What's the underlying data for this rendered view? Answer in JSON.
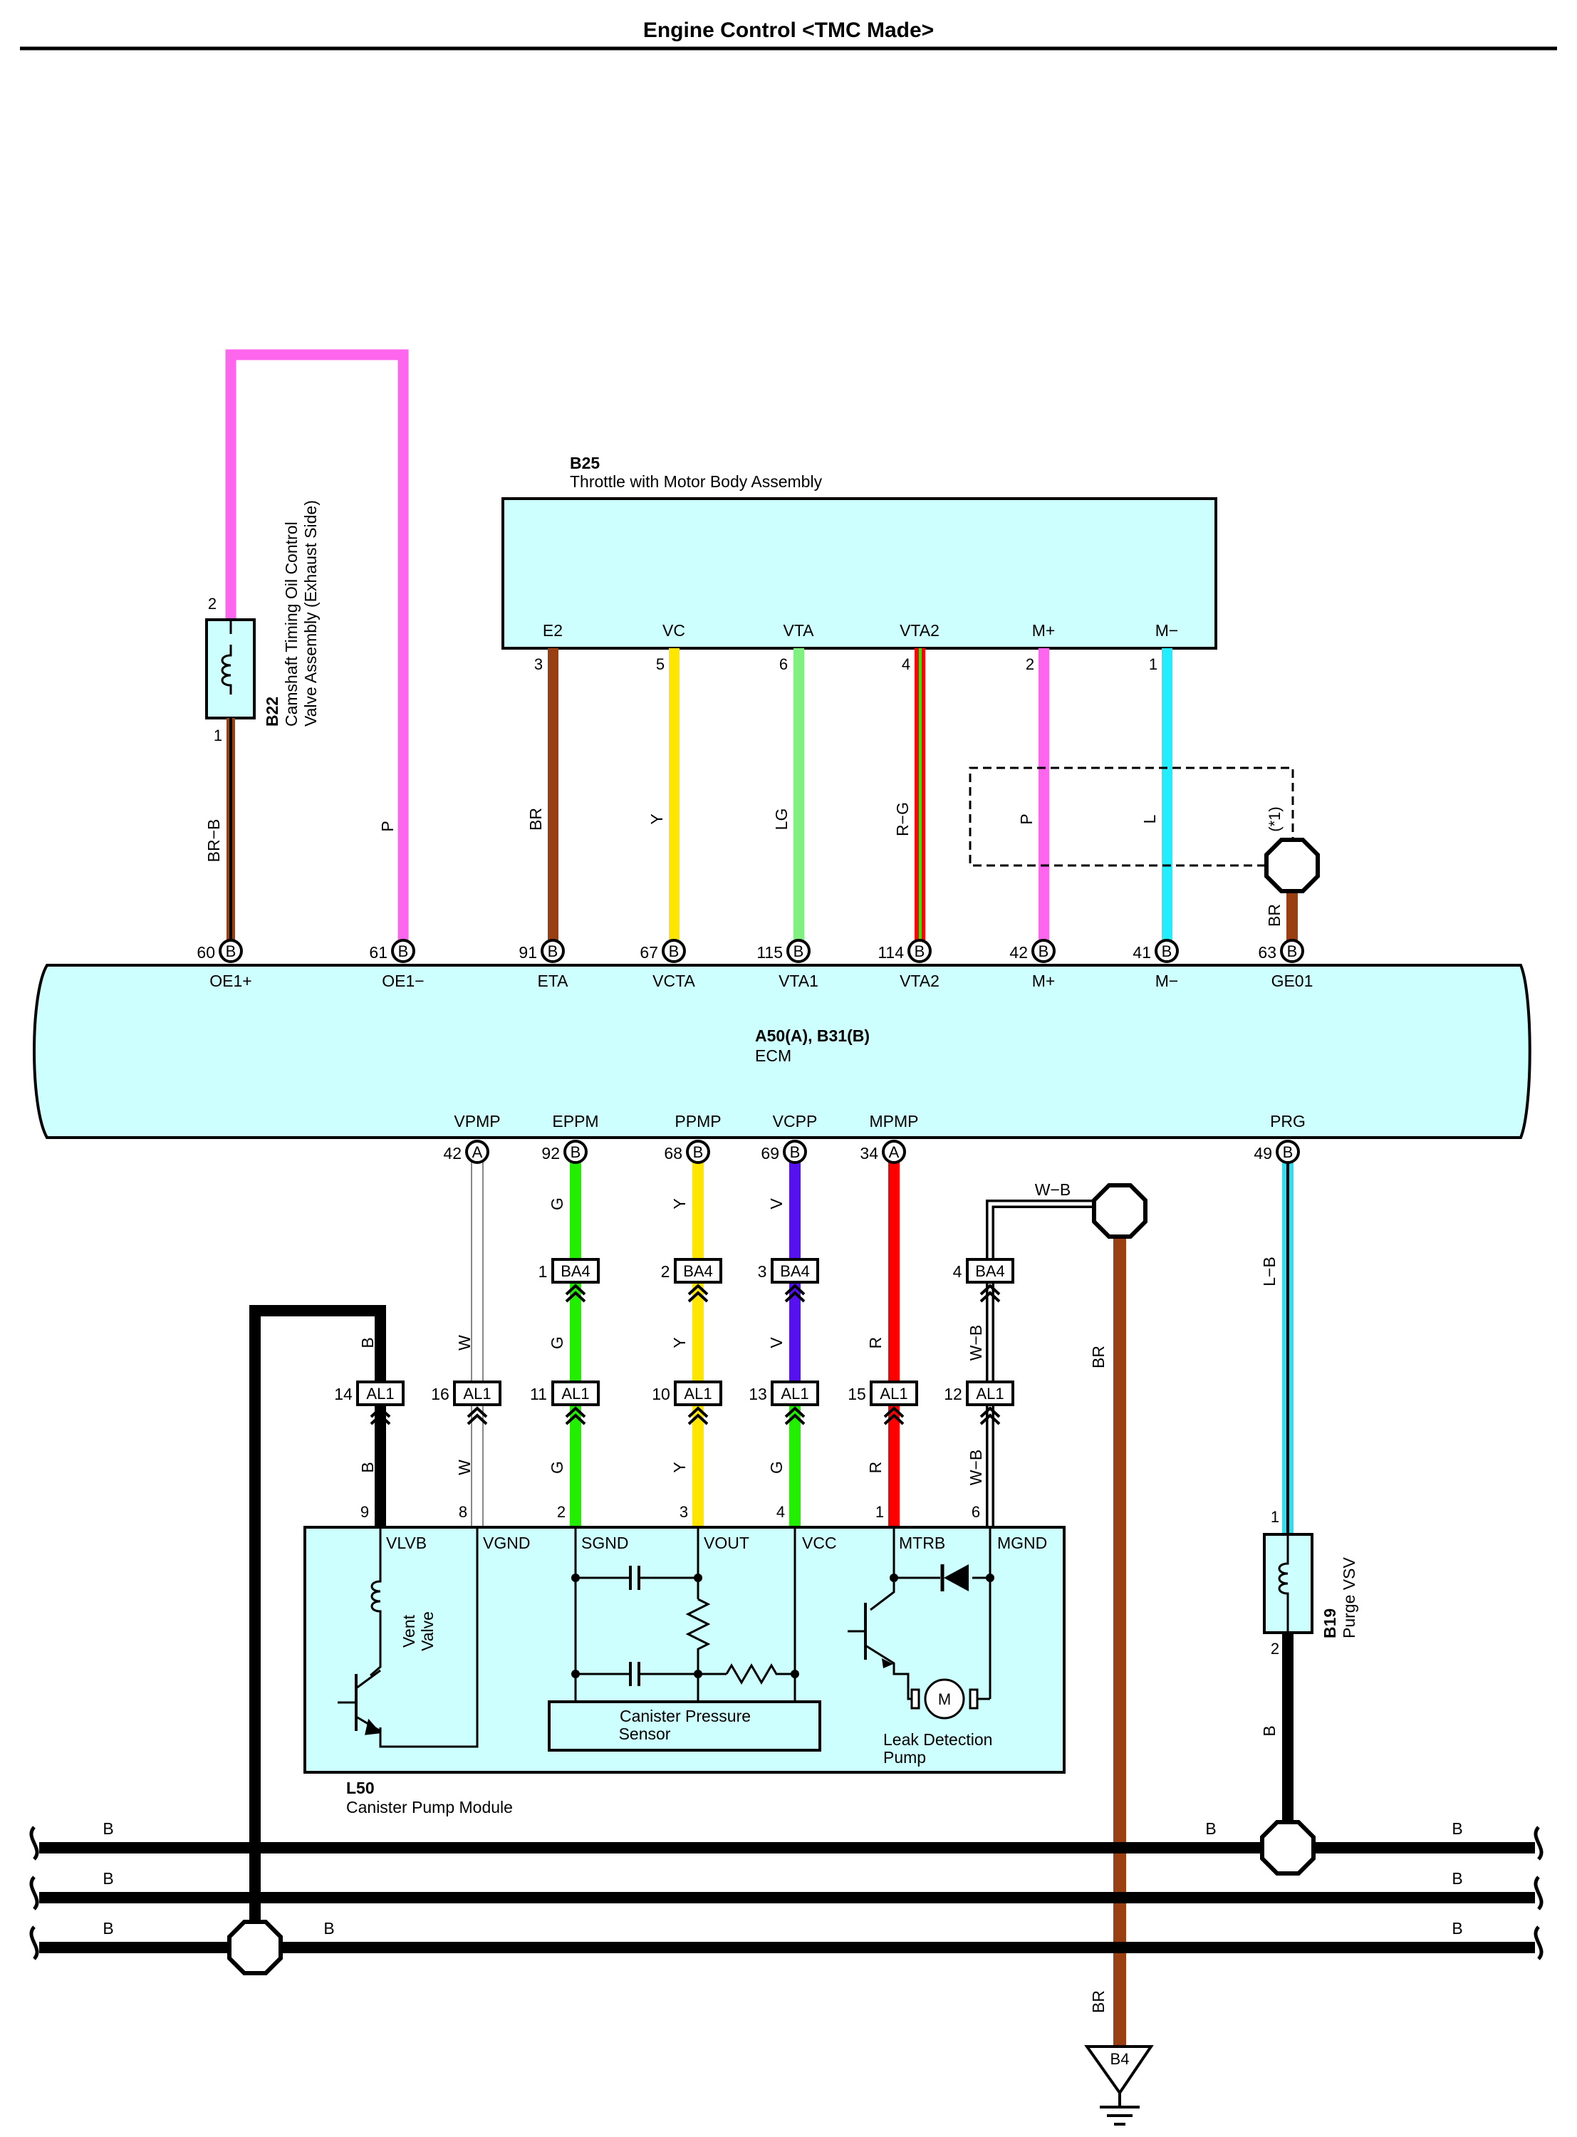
{
  "title": "Engine Control <TMC Made>",
  "colors": {
    "P": "#ff66ee",
    "BR": "#9a3f12",
    "Y": "#ffe600",
    "LG": "#80f080",
    "L": "#22eeff",
    "G": "#22ee00",
    "V": "#5511ee",
    "R": "#ff0000",
    "LB": "#33ddee",
    "B": "#000000",
    "box": "#ccfffe",
    "W": "#ffffff"
  },
  "components": {
    "b22": {
      "code": "B22",
      "name1": "Camshaft Timing Oil Control",
      "name2": "Valve Assembly (Exhaust Side)",
      "pin_top": "2",
      "pin_bottom": "1"
    },
    "b25": {
      "code": "B25",
      "name": "Throttle with Motor Body Assembly",
      "pins": [
        {
          "label": "E2",
          "num": "3"
        },
        {
          "label": "VC",
          "num": "5"
        },
        {
          "label": "VTA",
          "num": "6"
        },
        {
          "label": "VTA2",
          "num": "4"
        },
        {
          "label": "M+",
          "num": "2"
        },
        {
          "label": "M−",
          "num": "1"
        }
      ]
    },
    "ecm": {
      "code": "A50(A), B31(B)",
      "name": "ECM",
      "top_pins": [
        {
          "num": "60",
          "conn": "B",
          "label": "OE1+"
        },
        {
          "num": "61",
          "conn": "B",
          "label": "OE1−"
        },
        {
          "num": "91",
          "conn": "B",
          "label": "ETA"
        },
        {
          "num": "67",
          "conn": "B",
          "label": "VCTA"
        },
        {
          "num": "115",
          "conn": "B",
          "label": "VTA1"
        },
        {
          "num": "114",
          "conn": "B",
          "label": "VTA2"
        },
        {
          "num": "42",
          "conn": "B",
          "label": "M+"
        },
        {
          "num": "41",
          "conn": "B",
          "label": "M−"
        },
        {
          "num": "63",
          "conn": "B",
          "label": "GE01"
        }
      ],
      "bottom_pins": [
        {
          "num": "42",
          "conn": "A",
          "label": "VPMP"
        },
        {
          "num": "92",
          "conn": "B",
          "label": "EPPM"
        },
        {
          "num": "68",
          "conn": "B",
          "label": "PPMP"
        },
        {
          "num": "69",
          "conn": "B",
          "label": "VCPP"
        },
        {
          "num": "34",
          "conn": "A",
          "label": "MPMP"
        },
        {
          "num": "49",
          "conn": "B",
          "label": "PRG"
        }
      ]
    },
    "l50": {
      "code": "L50",
      "name": "Canister Pump Module",
      "pins": [
        {
          "label": "VLVB",
          "num": "9"
        },
        {
          "label": "VGND",
          "num": "8"
        },
        {
          "label": "SGND",
          "num": "2"
        },
        {
          "label": "VOUT",
          "num": "3"
        },
        {
          "label": "VCC",
          "num": "4"
        },
        {
          "label": "MTRB",
          "num": "1"
        },
        {
          "label": "MGND",
          "num": "6"
        }
      ],
      "vent_valve_1": "Vent",
      "vent_valve_2": "Valve",
      "sensor_1": "Canister Pressure",
      "sensor_2": "Sensor",
      "pump_1": "Leak Detection",
      "pump_2": "Pump",
      "motor": "M"
    },
    "b19": {
      "code": "B19",
      "name": "Purge VSV",
      "pin_top": "1",
      "pin_bottom": "2"
    },
    "b4": {
      "code": "B4"
    }
  },
  "wires": {
    "top": [
      "BR−B",
      "P",
      "BR",
      "Y",
      "LG",
      "R−G",
      "P",
      "L",
      "BR"
    ],
    "shield_note": "(*1)",
    "ba4_upper": [
      "G",
      "Y",
      "V"
    ],
    "ba4_lower": [
      "G",
      "Y",
      "V"
    ],
    "al1_upper": [
      "B",
      "W",
      "G",
      "Y",
      "V",
      "R",
      "W−B"
    ],
    "al1_lower": [
      "B",
      "W",
      "G",
      "Y",
      "G",
      "R",
      "W−B"
    ],
    "wb_top": "W−B",
    "br_ground_upper": "BR",
    "br_ground_lower": "BR",
    "lb": "L−B",
    "b19_lower": "B",
    "bus": [
      "B",
      "B",
      "B",
      "B",
      "B",
      "B",
      "B",
      "B"
    ]
  },
  "connectors": {
    "ba4": {
      "name": "BA4",
      "pins": [
        "1",
        "2",
        "3",
        "4"
      ]
    },
    "al1": {
      "name": "AL1",
      "pins": [
        "14",
        "16",
        "11",
        "10",
        "13",
        "15",
        "12"
      ]
    }
  }
}
